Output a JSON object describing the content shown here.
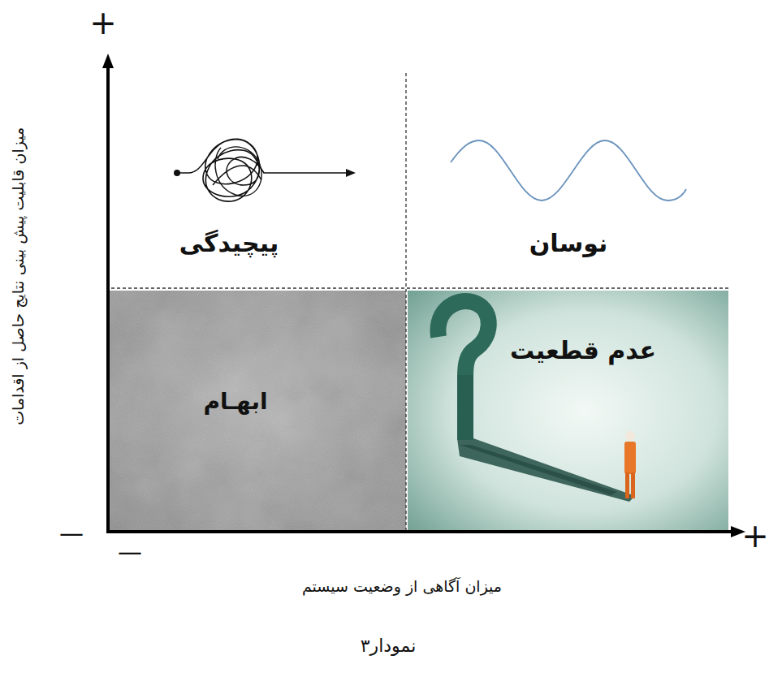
{
  "diagram": {
    "caption": "نمودار۳",
    "nodes": [
      {
        "text": [
          "پیچیدگی"
        ]
      },
      {
        "text": [
          "نوسان"
        ]
      },
      {
        "text": [
          "ابهـام"
        ]
      },
      {
        "text": [
          "عدم قطعیت"
        ]
      }
    ],
    "labels": [
      "+",
      "—",
      "+",
      "—",
      "میزان قابلیت پیش بینی نتایج حاصل از اقدامات",
      "میزان آگاهی از وضعیت سیستم"
    ]
  }
}
